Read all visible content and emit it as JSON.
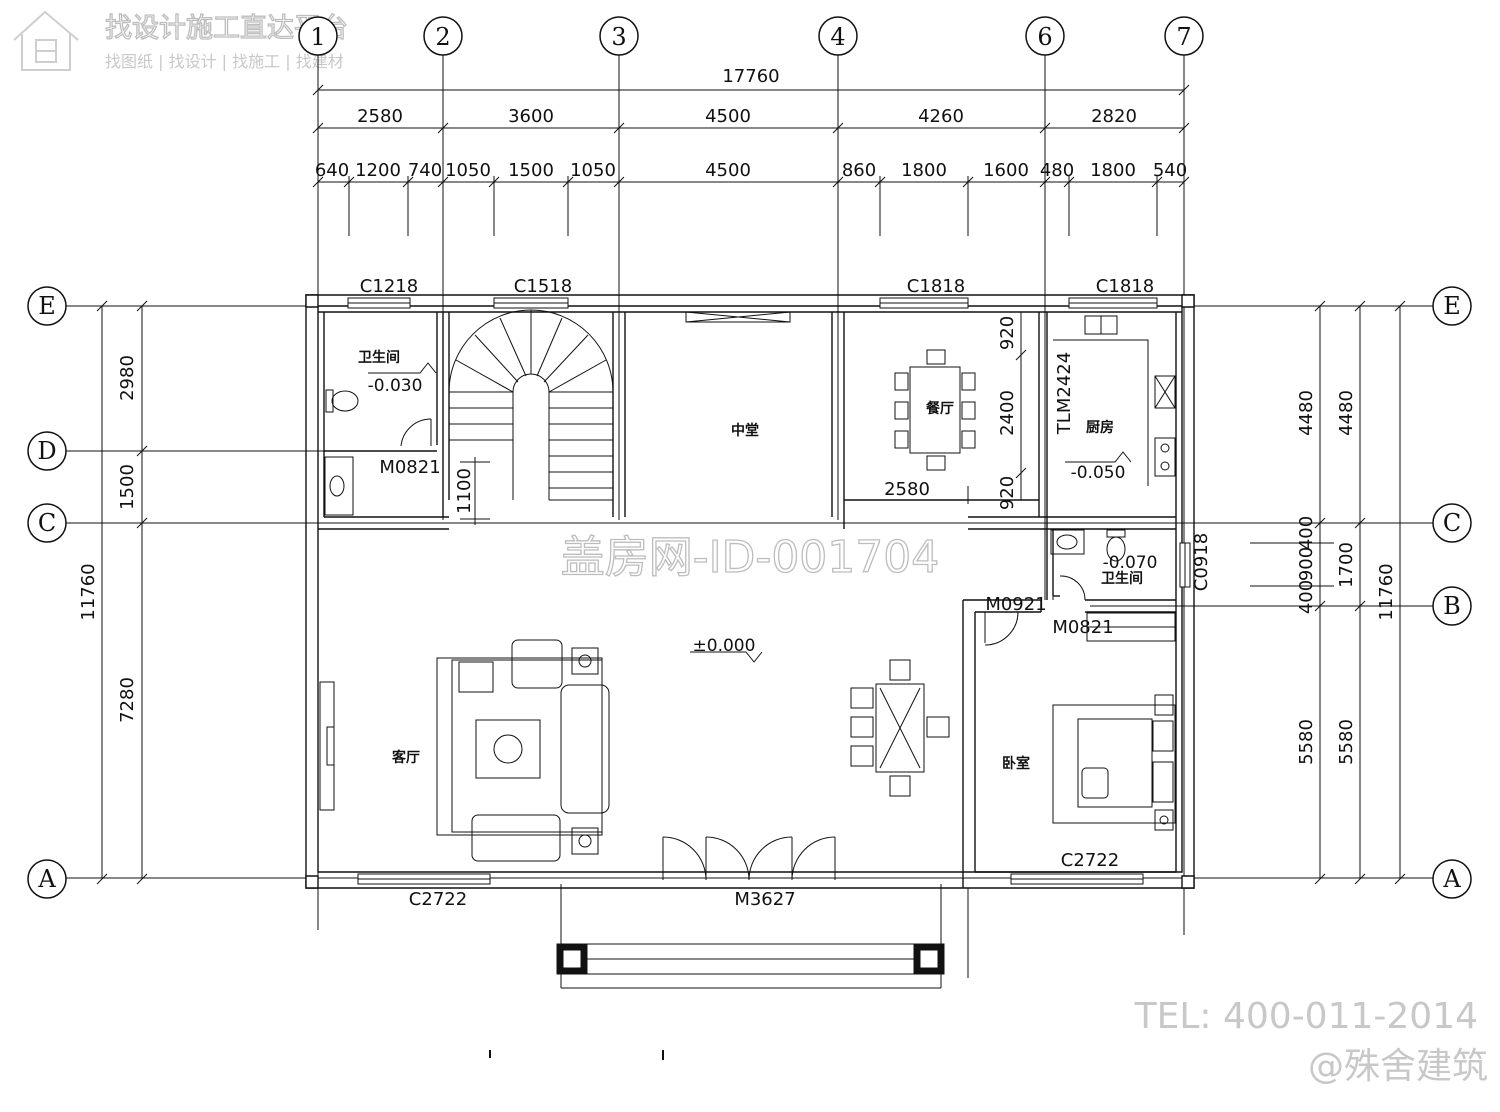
{
  "watermark_logo": {
    "title": "找设计施工直达平台",
    "subtitle": "找图纸 | 找设计 | 找施工 | 找建材"
  },
  "watermark_id": "盖房网-ID-001704",
  "contact": {
    "tel": "TEL: 400-011-2014",
    "brand": "@殊舍建筑"
  },
  "axes": {
    "columns": [
      "1",
      "2",
      "3",
      "4",
      "6",
      "7"
    ],
    "rows": [
      "E",
      "D",
      "C",
      "B",
      "A"
    ]
  },
  "dimensions": {
    "top_total": "17760",
    "top_mid": [
      "2580",
      "3600",
      "4500",
      "4260",
      "2820"
    ],
    "top_detail": [
      "640",
      "1200",
      "740",
      "1050",
      "1500",
      "1050",
      "4500",
      "860",
      "1800",
      "1600",
      "480",
      "1800",
      "540"
    ],
    "left_inner": [
      "2980",
      "1500",
      "7280"
    ],
    "left_total": "11760",
    "right_inner": [
      "4480",
      "1700",
      "5580"
    ],
    "right_outer": [
      "4480",
      "5580"
    ],
    "right_total": "11760",
    "right_small": [
      "400",
      "900",
      "400"
    ],
    "dining_width": "2580",
    "dining_heights": [
      "920",
      "2400",
      "920"
    ],
    "stair_gap": "1100"
  },
  "openings": {
    "c1218": "C1218",
    "c1518": "C1518",
    "c1818_a": "C1818",
    "c1818_b": "C1818",
    "c0918": "C0918",
    "c2722_left": "C2722",
    "c2722_right": "C2722",
    "m3627": "M3627",
    "m0821_a": "M0821",
    "m0821_b": "M0821",
    "m0921": "M0921",
    "tlm2424": "TLM2424"
  },
  "rooms": {
    "bath1": "卫生间",
    "bath2": "卫生间",
    "hall": "中堂",
    "dining": "餐厅",
    "kitchen": "厨房",
    "living": "客厅",
    "bedroom": "卧室"
  },
  "levels": {
    "bath1": "-0.030",
    "kitchen": "-0.050",
    "bath2": "-0.070",
    "main": "±0.000"
  }
}
